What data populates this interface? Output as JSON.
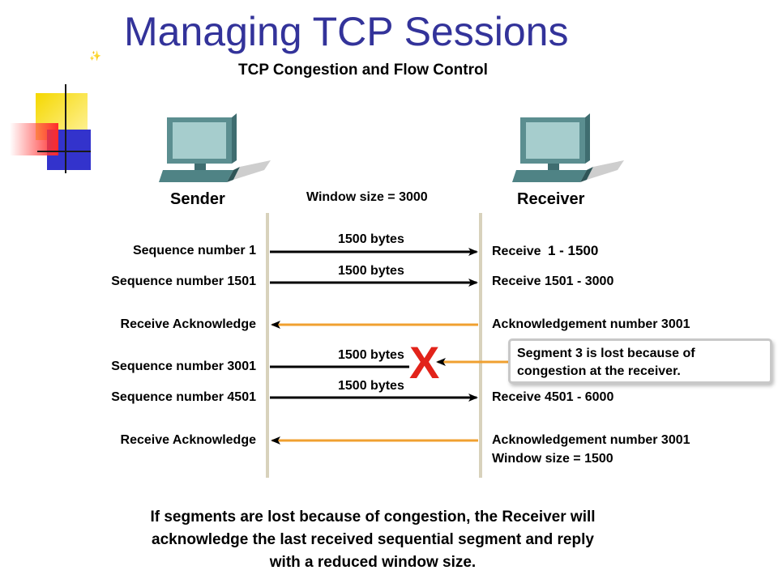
{
  "title": "Managing TCP Sessions",
  "diagram_title": "TCP Congestion and Flow Control",
  "sender_label": "Sender",
  "receiver_label": "Receiver",
  "window_size_label": "Window size = 3000",
  "left_labels": [
    "Sequence number 1",
    "Sequence number 1501",
    "Receive Acknowledge",
    "Sequence number 3001",
    "Sequence number 4501",
    "Receive Acknowledge"
  ],
  "right_labels": {
    "r1_prefix": "Receive",
    "r1_range": "1 - 1500",
    "r2": "Receive 1501 - 3000",
    "r3": "Acknowledgement number 3001",
    "r4": "Receive 4501 - 6000",
    "r5_line1": "Acknowledgement number 3001",
    "r5_line2": "Window size = 1500"
  },
  "bytes_labels": [
    "1500 bytes",
    "1500 bytes",
    "1500 bytes",
    "1500 bytes"
  ],
  "lost_marker": "X",
  "callout": {
    "line1": "Segment 3 is lost because of",
    "line2": "congestion at the receiver."
  },
  "footer": {
    "line1": "If segments are lost because of congestion, the Receiver will",
    "line2": "acknowledge the last received sequential segment and reply",
    "line3": "with a reduced window size."
  },
  "colors": {
    "title": "#33339a",
    "ack_arrow": "#f0a030",
    "data_arrow": "#000000",
    "lost_marker": "#e2231a",
    "timeline": "#d8d2bc"
  }
}
